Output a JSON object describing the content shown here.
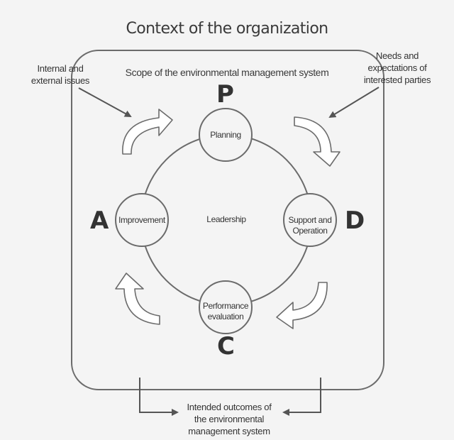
{
  "title": "Context of the organization",
  "scope": "Scope of the environmental management system",
  "inputs": {
    "left": [
      "Internal and",
      "external issues"
    ],
    "right": [
      "Needs and",
      "expectations of",
      "interested parties"
    ]
  },
  "output": [
    "Intended outcomes of",
    "the environmental",
    "management system"
  ],
  "center": "Leadership",
  "nodes": {
    "plan": {
      "letter": "P",
      "label": [
        "Planning"
      ]
    },
    "do": {
      "letter": "D",
      "label": [
        "Support and",
        "Operation"
      ]
    },
    "check": {
      "letter": "C",
      "label": [
        "Performance",
        "evaluation"
      ]
    },
    "act": {
      "letter": "A",
      "label": [
        "Improvement"
      ]
    }
  },
  "colors": {
    "stroke": "#6b6b6b",
    "arrow_fill": "#ffffff",
    "background": "#f4f4f4"
  }
}
